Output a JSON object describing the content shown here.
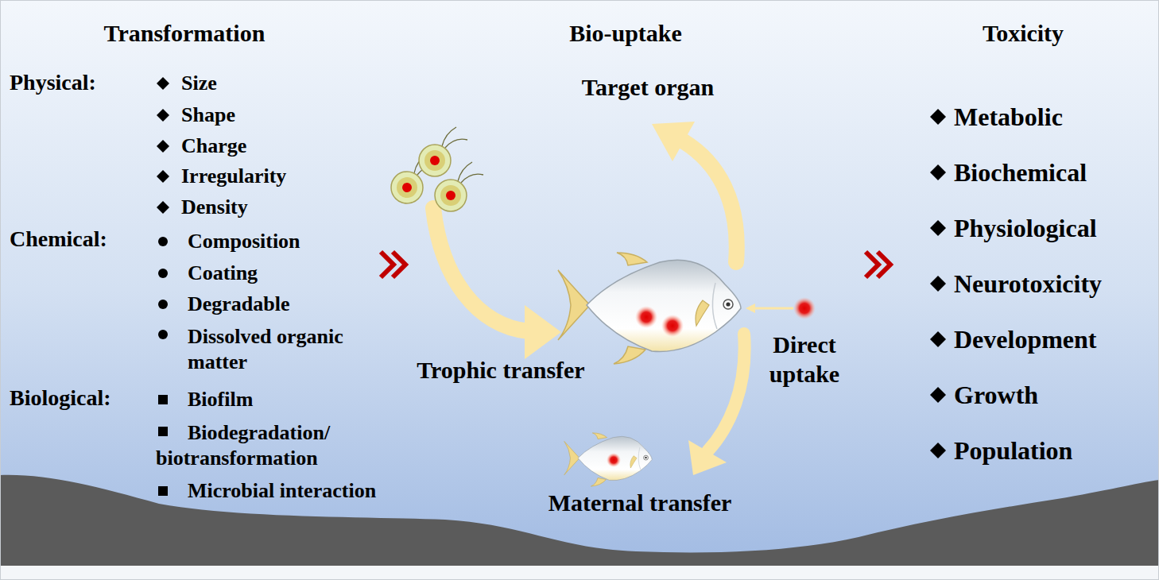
{
  "diagram": {
    "labels": [
      "Transformation",
      "Bio-uptake",
      "Toxicity",
      "Physical:",
      "Size",
      "Shape",
      "Charge",
      "Irregularity",
      "Density",
      "Chemical:",
      "Composition",
      "Coating",
      "Degradable",
      "Dissolved organic matter",
      "Biological:",
      "Biofilm",
      "Biodegradation/ biotransformation",
      "Microbial interaction",
      "Target organ",
      "Trophic transfer",
      "Direct uptake",
      "Maternal transfer",
      "Metabolic",
      "Biochemical",
      "Physiological",
      "Neurotoxicity",
      "Development",
      "Growth",
      "Population"
    ]
  }
}
